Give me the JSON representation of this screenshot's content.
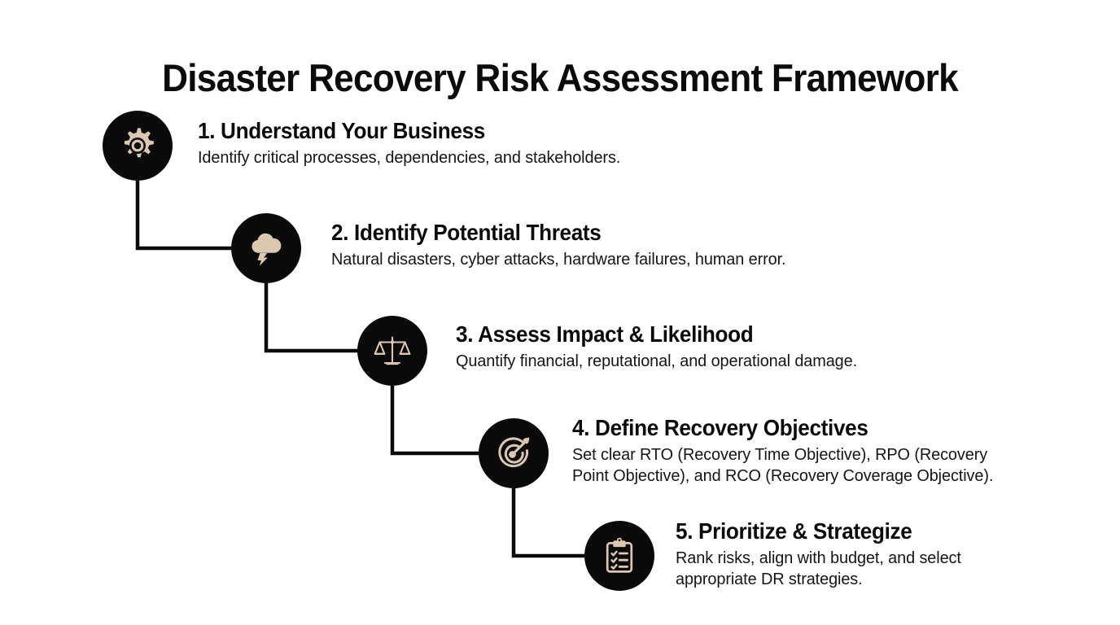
{
  "page": {
    "title": "Disaster Recovery Risk Assessment Framework",
    "background_color": "#ffffff",
    "icon_circle_color": "#0a0a0a",
    "icon_glyph_color": "#dcc8b0",
    "text_color": "#0b0b0b",
    "connector_color": "#0a0a0a"
  },
  "steps": [
    {
      "number": "1",
      "icon": "gear-icon",
      "heading": "1. Understand Your Business",
      "description": "Identify critical processes, dependencies, and stakeholders."
    },
    {
      "number": "2",
      "icon": "storm-cloud-lightning-icon",
      "heading": "2. Identify Potential Threats",
      "description": "Natural disasters, cyber attacks, hardware failures, human error."
    },
    {
      "number": "3",
      "icon": "balance-scales-icon",
      "heading": "3. Assess Impact & Likelihood",
      "description": "Quantify financial, reputational, and operational damage."
    },
    {
      "number": "4",
      "icon": "target-arrow-icon",
      "heading": "4. Define Recovery Objectives",
      "description": "Set clear RTO (Recovery Time Objective), RPO (Recovery\nPoint Objective), and RCO (Recovery Coverage Objective)."
    },
    {
      "number": "5",
      "icon": "clipboard-checklist-icon",
      "heading": "5. Prioritize & Strategize",
      "description": "Rank risks, align with budget, and select\nappropriate DR strategies."
    }
  ]
}
